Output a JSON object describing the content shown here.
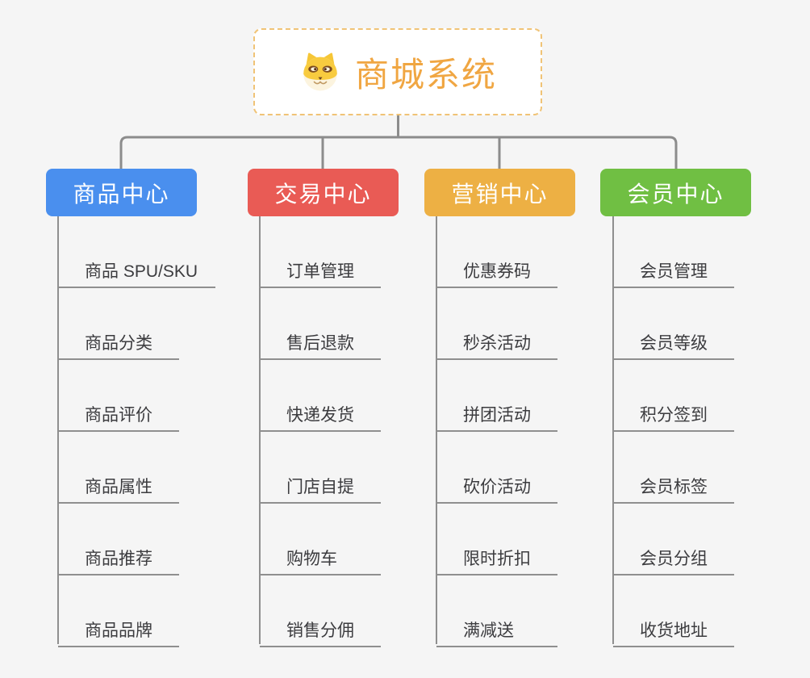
{
  "root": {
    "title": "商城系统",
    "icon": "shiba-dog-icon"
  },
  "branches": [
    {
      "label": "商品中心",
      "color": "#4A8FEE",
      "children": [
        "商品 SPU/SKU",
        "商品分类",
        "商品评价",
        "商品属性",
        "商品推荐",
        "商品品牌"
      ]
    },
    {
      "label": "交易中心",
      "color": "#E95B55",
      "children": [
        "订单管理",
        "售后退款",
        "快递发货",
        "门店自提",
        "购物车",
        "销售分佣"
      ]
    },
    {
      "label": "营销中心",
      "color": "#EDB044",
      "children": [
        "优惠券码",
        "秒杀活动",
        "拼团活动",
        "砍价活动",
        "限时折扣",
        "满减送"
      ]
    },
    {
      "label": "会员中心",
      "color": "#70BF43",
      "children": [
        "会员管理",
        "会员等级",
        "积分签到",
        "会员标签",
        "会员分组",
        "收货地址"
      ]
    }
  ],
  "colors": {
    "canvas_background": "#F5F5F5",
    "connector_line": "#8C8C8C",
    "leaf_line": "#8F8F8F",
    "root_border": "#F0C376",
    "root_title": "#F0A642",
    "leaf_text": "#3C3C3F"
  }
}
